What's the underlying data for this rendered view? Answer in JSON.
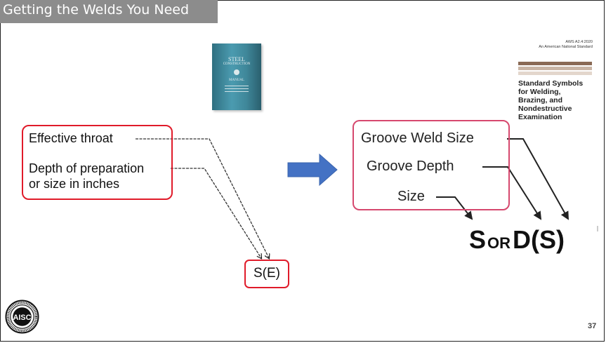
{
  "title": "Getting the Welds You Need",
  "book": {
    "title": "STEEL",
    "subtitle": "CONSTRUCTION",
    "label": "MANUAL"
  },
  "aws": {
    "header_line1": "AWS A2.4:2020",
    "header_line2": "An American National Standard",
    "title_lines": [
      "Standard Symbols",
      "for Welding,",
      "Brazing, and",
      "Nondestructive",
      "Examination"
    ],
    "bar_colors": [
      "#8a6a55",
      "#c9b5a5",
      "#e3d6cc"
    ]
  },
  "left_labels": {
    "effective_throat": "Effective throat",
    "depth_line1": "Depth of preparation",
    "depth_line2": "or size in inches"
  },
  "left_symbol": "S(E)",
  "right_labels": {
    "groove_weld_size": "Groove Weld Size",
    "groove_depth": "Groove Depth",
    "size": "Size"
  },
  "right_symbol": {
    "s": "S",
    "or": "OR",
    "ds": "D(S)"
  },
  "colors": {
    "title_bar": "#8c8c8c",
    "highlight_box": "#e01b2a",
    "arrow": "#4472c4",
    "book_cover": "#3f8799"
  },
  "page_number": "37"
}
